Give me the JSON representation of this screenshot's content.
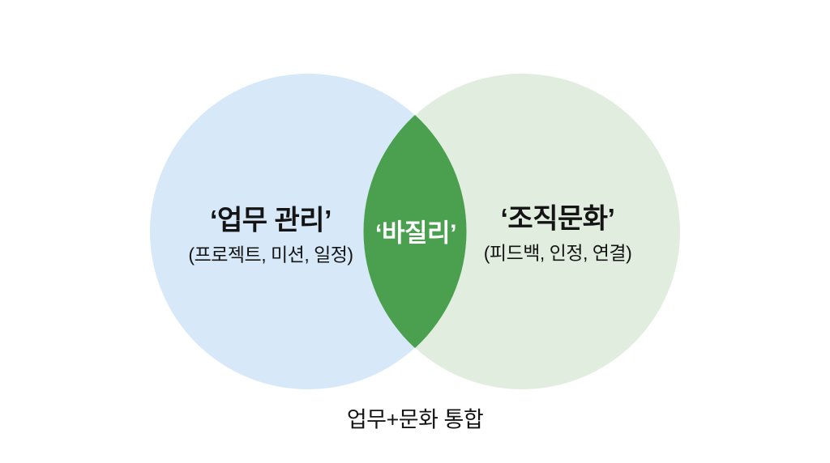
{
  "diagram": {
    "type": "venn",
    "left_circle": {
      "title": "‘업무 관리’",
      "subtitle": "(프로젝트, 미션, 일정)",
      "color": "#d7e8f8"
    },
    "right_circle": {
      "title": "‘조직문화’",
      "subtitle": "(피드백, 인정, 연결)",
      "color": "#e1eedf"
    },
    "intersection": {
      "label": "‘바질리’",
      "color": "#4aa04e"
    },
    "caption": "업무+문화 통합",
    "background_color": "#ffffff",
    "text_color": "#141414",
    "intersection_text_color": "#ffffff"
  }
}
